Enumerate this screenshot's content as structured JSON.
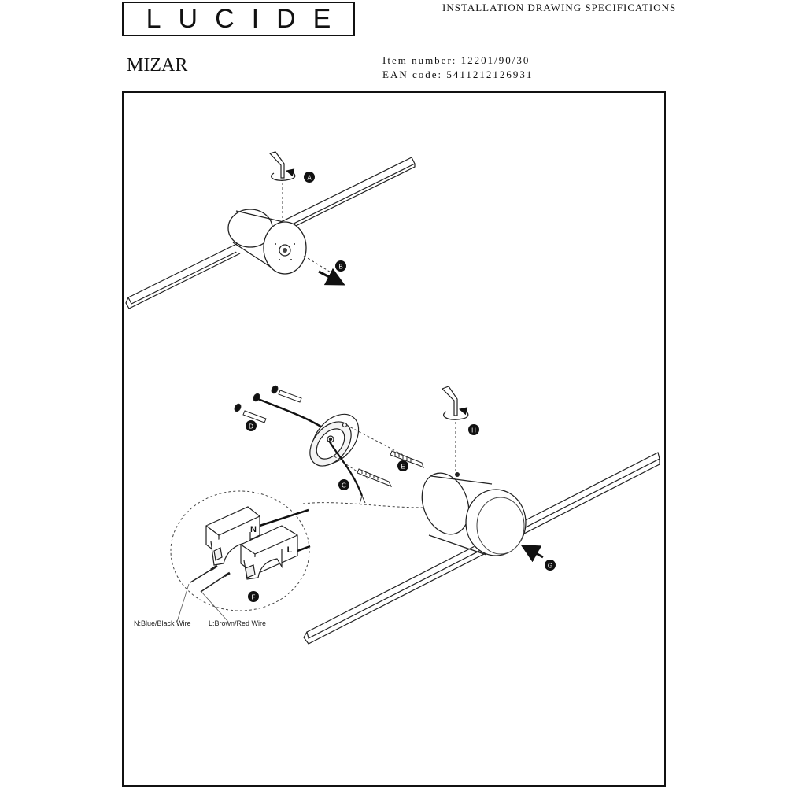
{
  "header": {
    "logo_text": "LUCIDE",
    "doc_title": "INSTALLATION DRAWING SPECIFICATIONS"
  },
  "product": {
    "name": "MIZAR",
    "item_number": "Item number: 12201/90/30",
    "ean_code": "EAN code: 5411212126931"
  },
  "steps": {
    "a": "A",
    "b": "B",
    "c": "C",
    "d": "D",
    "e": "E",
    "f": "F",
    "g": "G",
    "h": "H"
  },
  "connector": {
    "neutral": "N",
    "live": "L"
  },
  "wires": {
    "neutral_label": "N:Blue/Black Wire",
    "live_label": "L:Brown/Red Wire"
  },
  "icons": [
    "hex-key-icon",
    "rotate-arrow-icon",
    "direction-arrow-icon",
    "screw-icon",
    "wall-plug-icon"
  ]
}
